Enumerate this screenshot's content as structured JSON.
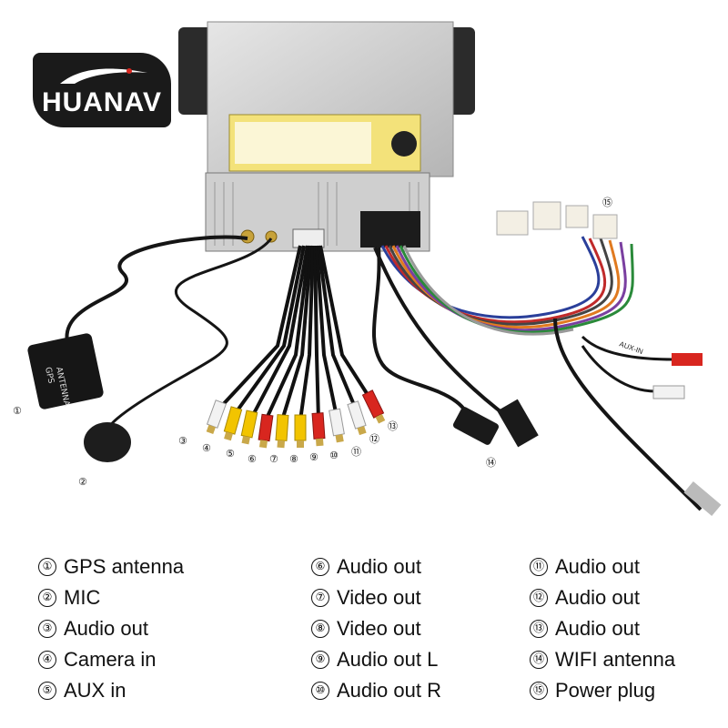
{
  "logo": {
    "text": "HUANAV"
  },
  "labels": [
    "①",
    "②",
    "③",
    "④",
    "⑤",
    "⑥",
    "⑦",
    "⑧",
    "⑨",
    "⑩",
    "⑪",
    "⑫",
    "⑬",
    "⑭",
    "⑮"
  ],
  "unit_text": {
    "gps": "GPS",
    "antenna": "ANTENNA",
    "aux": "AUX-IN"
  },
  "legend": {
    "col1": [
      {
        "num": "①",
        "text": "GPS antenna"
      },
      {
        "num": "②",
        "text": "MIC"
      },
      {
        "num": "③",
        "text": "Audio out"
      },
      {
        "num": "④",
        "text": "Camera in"
      },
      {
        "num": "⑤",
        "text": "AUX in"
      }
    ],
    "col2": [
      {
        "num": "⑥",
        "text": "Audio out"
      },
      {
        "num": "⑦",
        "text": "Video out"
      },
      {
        "num": "⑧",
        "text": "Video out"
      },
      {
        "num": "⑨",
        "text": "Audio out L"
      },
      {
        "num": "⑩",
        "text": "Audio out R"
      }
    ],
    "col3": [
      {
        "num": "⑪",
        "text": "Audio out"
      },
      {
        "num": "⑫",
        "text": "Audio out"
      },
      {
        "num": "⑬",
        "text": "Audio out"
      },
      {
        "num": "⑭",
        "text": "WIFI antenna"
      },
      {
        "num": "⑮",
        "text": "Power plug"
      }
    ]
  },
  "colors": {
    "yellow": "#f2c400",
    "red": "#d8261f",
    "white": "#f2f2f2",
    "logo_bg": "#1a1a1a"
  }
}
